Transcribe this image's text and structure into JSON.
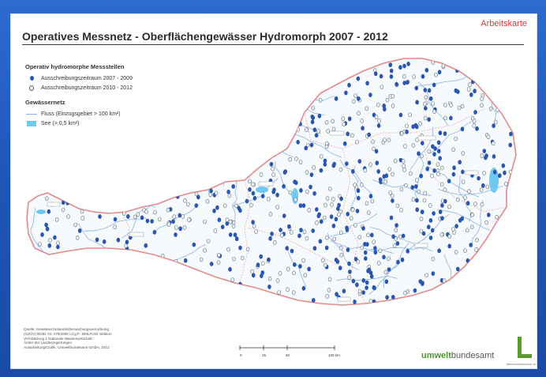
{
  "map": {
    "label": "Arbeitskarte",
    "title": "Operatives Messnetz - Oberflächengewässer Hydromorph 2007 - 2012"
  },
  "legend": {
    "heading_stations": "Operativ hydromorphe Messstellen",
    "period_1": "Ausschreibungszeitraum 2007 - 2009",
    "period_2": "Ausschreibungszeitraum 2010 - 2012",
    "heading_waters": "Gewässernetz",
    "river": "Fluss (Einzugsgebiet > 100 km²)",
    "lake": "See (> 0,5 km²)"
  },
  "colors": {
    "period_1_marker": "#2a56b0",
    "period_2_marker": "#eef4f6",
    "river": "#8ab4e6",
    "lake": "#6fc8f0",
    "border": "#e38a8a"
  },
  "footer": {
    "source_lines": [
      "Quelle: Gewässerzustandsüberwachungsverordnung",
      "(GZÜV) BGBl. Nr. 479/2006 i.d.g.F.; BMLFUW, Sektion",
      "VII/Abteilung 1 Nationale Wasserwirtschaft;",
      "Ämter der Landesregierungen",
      "Ausarbeitung/Grafik: Umweltbundesamt GmbH, 2012"
    ],
    "scale_labels": [
      "0",
      "25",
      "50",
      "100 km"
    ]
  },
  "logos": {
    "umweltbundesamt_part1": "umwelt",
    "umweltbundesamt_part2": "bundesamt",
    "ministry_caption": "lebensministerium.at"
  }
}
